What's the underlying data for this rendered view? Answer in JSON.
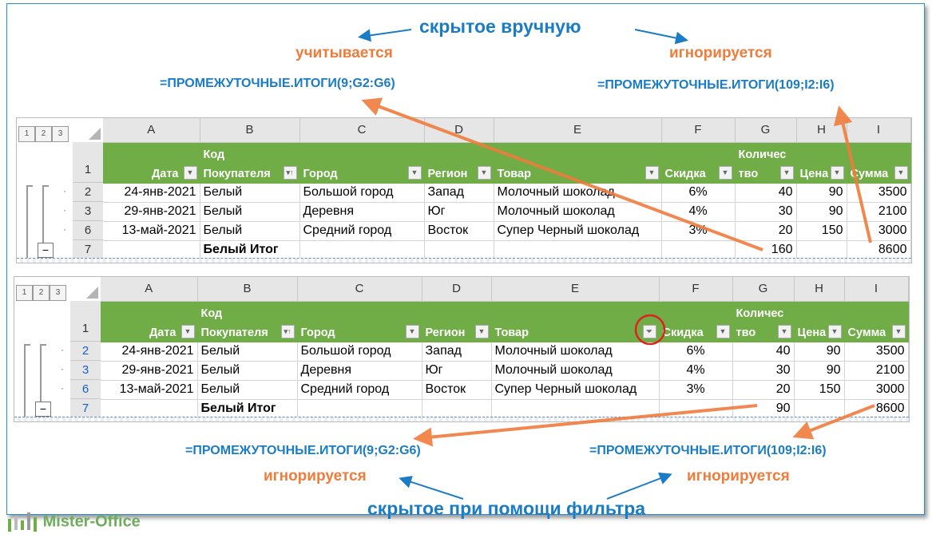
{
  "annotations": {
    "top_title": "скрытое вручную",
    "top_left_status": "учитывается",
    "top_right_status": "игнорируется",
    "top_left_formula": "=ПРОМЕЖУТОЧНЫЕ.ИТОГИ(9;G2:G6)",
    "top_right_formula": "=ПРОМЕЖУТОЧНЫЕ.ИТОГИ(109;I2:I6)",
    "bottom_left_formula": "=ПРОМЕЖУТОЧНЫЕ.ИТОГИ(9;G2:G6)",
    "bottom_right_formula": "=ПРОМЕЖУТОЧНЫЕ.ИТОГИ(109;I2:I6)",
    "bottom_left_status": "игнорируется",
    "bottom_right_status": "игнорируется",
    "bottom_title": "скрытое при помощи фильтра"
  },
  "outline_levels": [
    "1",
    "2",
    "3"
  ],
  "columns": [
    "A",
    "B",
    "C",
    "D",
    "E",
    "F",
    "G",
    "H",
    "I"
  ],
  "header_row_number": "1",
  "headers": {
    "a": "Дата",
    "b1": "Код",
    "b2": "Покупателя",
    "c": "Город",
    "d": "Регион",
    "e": "Товар",
    "f": "Скидка",
    "g1": "Количес",
    "g2": "тво",
    "h": "Цена",
    "i": "Сумма"
  },
  "rows": [
    {
      "n": "2",
      "date": "24-янв-2021",
      "buyer": "Белый",
      "city": "Большой город",
      "region": "Запад",
      "product": "Молочный шоколад",
      "discount": "6%",
      "qty": "40",
      "price": "90",
      "sum": "3500"
    },
    {
      "n": "3",
      "date": "29-янв-2021",
      "buyer": "Белый",
      "city": "Деревня",
      "region": "Юг",
      "product": "Молочный шоколад",
      "discount": "4%",
      "qty": "30",
      "price": "90",
      "sum": "2100"
    },
    {
      "n": "6",
      "date": "13-май-2021",
      "buyer": "Белый",
      "city": "Средний город",
      "region": "Восток",
      "product": "Супер Черный шоколад",
      "discount": "3%",
      "qty": "20",
      "price": "150",
      "sum": "3000"
    }
  ],
  "total_row": {
    "n": "7",
    "label": "Белый Итог"
  },
  "sheet1_totals": {
    "qty": "160",
    "sum": "8600"
  },
  "sheet2_totals": {
    "qty": "90",
    "sum": "8600"
  },
  "logo": "Mister-Office",
  "colors": {
    "header_green": "#70ad47",
    "annotation_blue": "#1a7cc4",
    "annotation_orange": "#f07c3c"
  }
}
